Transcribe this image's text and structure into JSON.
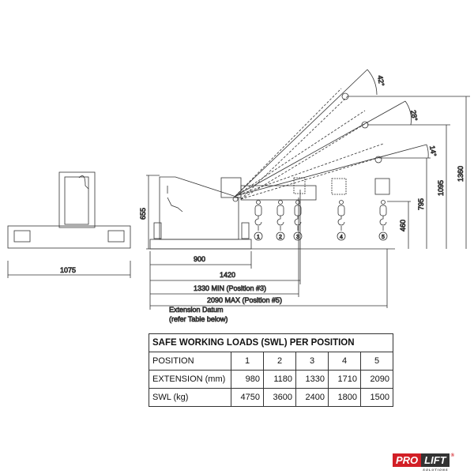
{
  "dimensions": {
    "front_width": "1075",
    "height_body": "655",
    "base_900": "900",
    "base_1420": "1420",
    "min_ext": "1330 MIN (Position #3)",
    "max_ext": "2090 MAX (Position #5)",
    "datum_line1": "Extension Datum",
    "datum_line2": "(refer Table below)",
    "h460": "460",
    "h795": "795",
    "h1095": "1095",
    "h1360": "1360",
    "angle1": "42°",
    "angle2": "28°",
    "angle3": "14°"
  },
  "positions": [
    "1",
    "2",
    "3",
    "4",
    "5"
  ],
  "table": {
    "title": "SAFE WORKING LOADS (SWL) PER POSITION",
    "rows": [
      {
        "label": "POSITION",
        "values": [
          "1",
          "2",
          "3",
          "4",
          "5"
        ]
      },
      {
        "label": "EXTENSION (mm)",
        "values": [
          "980",
          "1180",
          "1330",
          "1710",
          "2090"
        ]
      },
      {
        "label": "SWL (kg)",
        "values": [
          "4750",
          "3600",
          "2400",
          "1800",
          "1500"
        ]
      }
    ]
  },
  "logo": {
    "pro": "PRO",
    "lift": "LIFT",
    "sub": "SOLUTIONS",
    "reg": "®"
  },
  "colors": {
    "brand_red": "#d21f26",
    "brand_dark": "#333333"
  }
}
